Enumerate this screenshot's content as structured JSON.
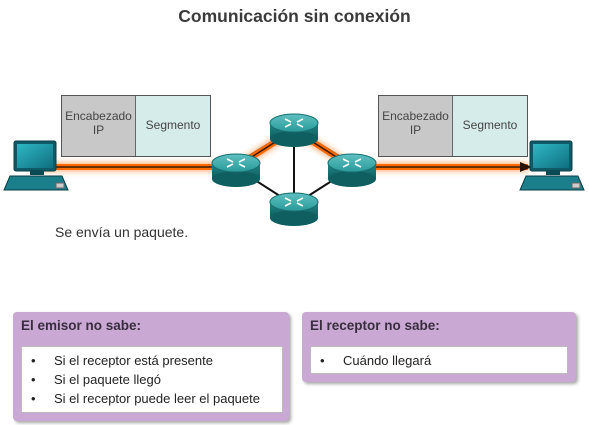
{
  "title": "Comunicación sin conexión",
  "header_left": {
    "ip_label": "Encabezado IP",
    "segment_label": "Segmento"
  },
  "header_right": {
    "ip_label": "Encabezado IP",
    "segment_label": "Segmento"
  },
  "caption": "Se envía un paquete.",
  "sender_panel": {
    "title": "El emisor no sabe:",
    "items": [
      "Si el receptor está presente",
      "Si el paquete llegó",
      "Si el receptor puede leer el paquete"
    ]
  },
  "receiver_panel": {
    "title": "El receptor no sabe:",
    "items": [
      "Cuándo llegará"
    ]
  },
  "colors": {
    "packet_path": "#ff6a00",
    "router": "#1f8a8a",
    "panel_bg": "#c9a8d3"
  }
}
